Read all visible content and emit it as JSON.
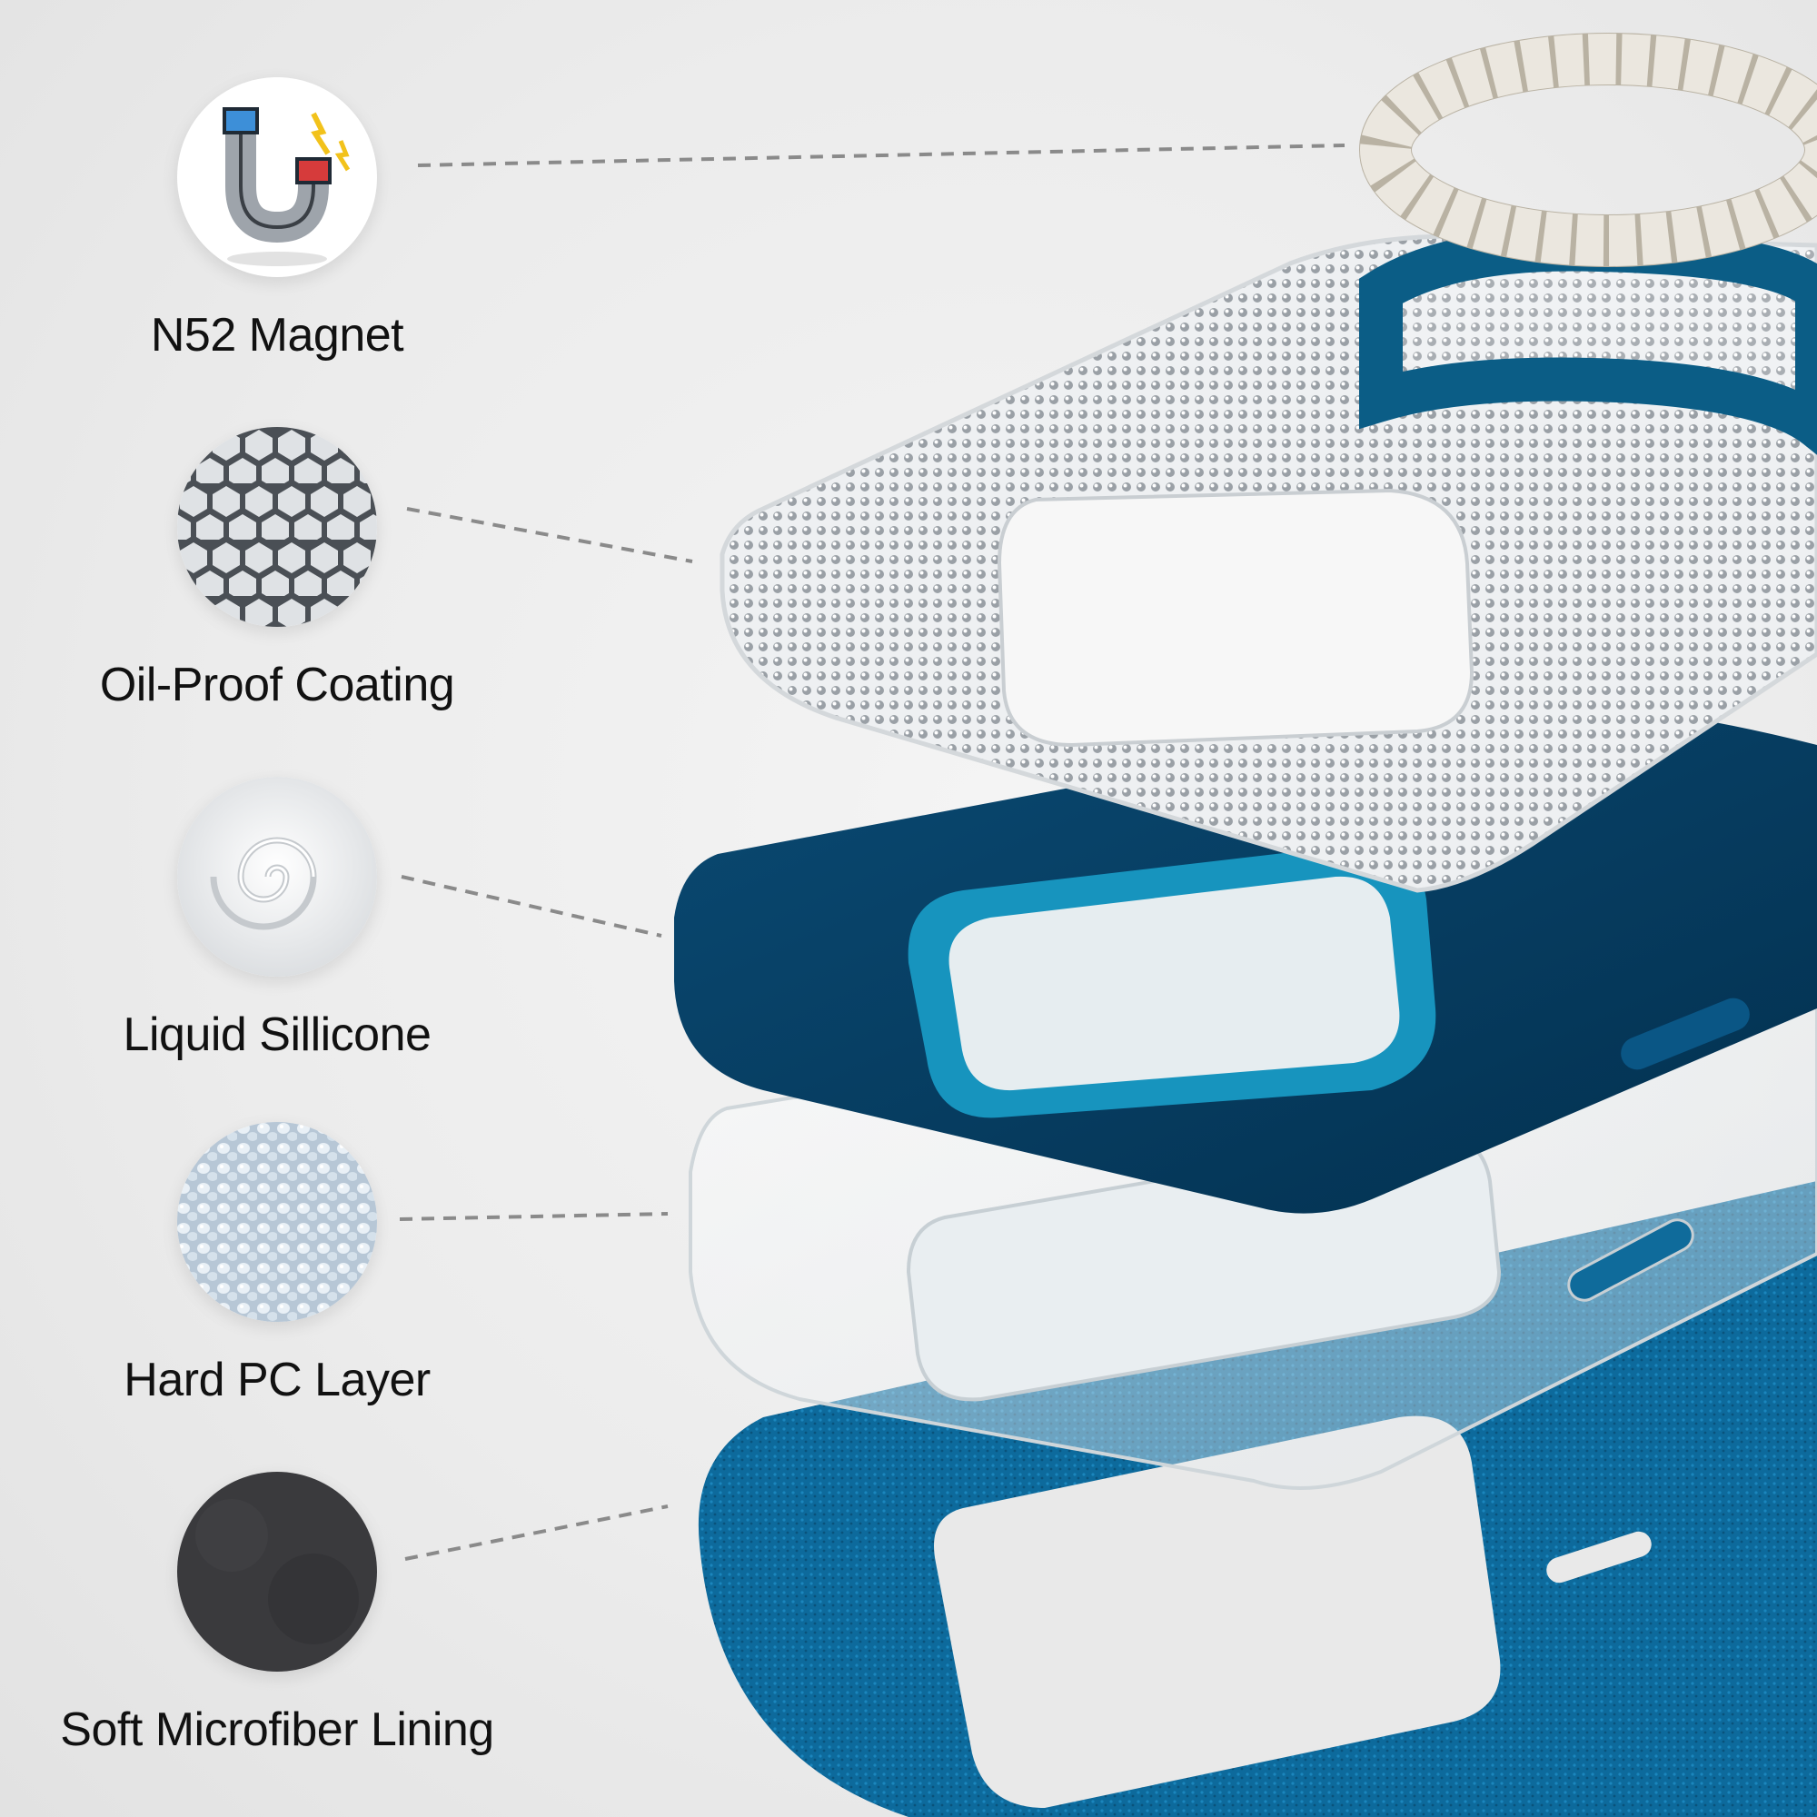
{
  "features": [
    {
      "label": "N52 Magnet",
      "icon": "horseshoe-magnet-icon"
    },
    {
      "label": "Oil-Proof Coating",
      "icon": "honeycomb-mesh-icon"
    },
    {
      "label": "Liquid Sillicone",
      "icon": "silicone-swirl-icon"
    },
    {
      "label": "Hard PC Layer",
      "icon": "pc-pellets-icon"
    },
    {
      "label": "Soft Microfiber Lining",
      "icon": "microfiber-swatch-icon"
    }
  ],
  "colors": {
    "silicone_navy": "#063a5e",
    "camera_ring_teal": "#1794be",
    "microfiber_blue": "#0d6a9c",
    "magnet_steel": "#c9c3b6",
    "label_text": "#111111"
  }
}
